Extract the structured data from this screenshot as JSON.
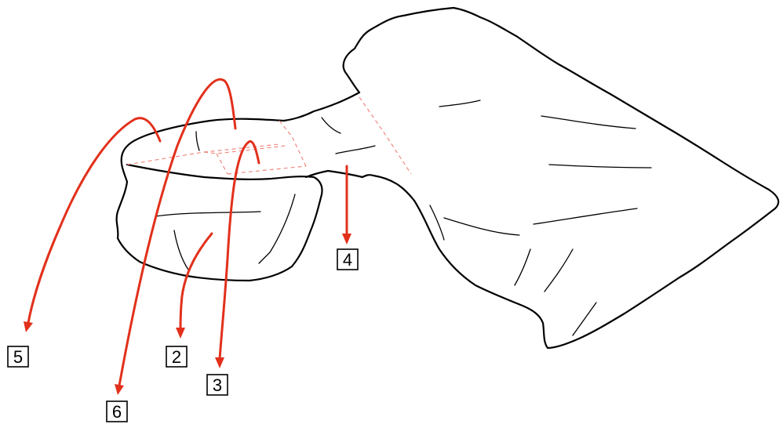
{
  "labels": [
    {
      "key": "label-2",
      "text": "2"
    },
    {
      "key": "label-3",
      "text": "3"
    },
    {
      "key": "label-4",
      "text": "4"
    },
    {
      "key": "label-5",
      "text": "5"
    },
    {
      "key": "label-6",
      "text": "6"
    }
  ],
  "colors": {
    "arrow": "#e2301b",
    "dashed_guides": "#f08a80",
    "outline": "#000000",
    "background": "#ffffff"
  }
}
